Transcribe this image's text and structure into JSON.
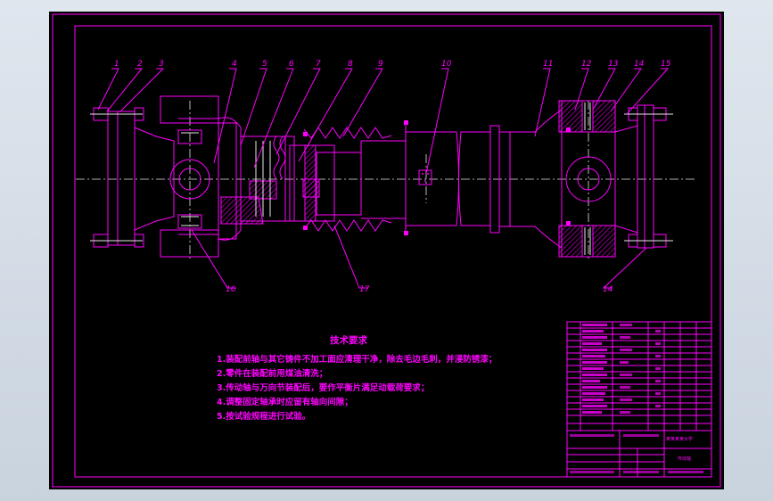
{
  "viewport": {
    "background": "#000000",
    "line_color": "#ff00ff",
    "detail_color": "#e8e8e8"
  },
  "balloons": [
    "1",
    "2",
    "3",
    "4",
    "5",
    "6",
    "7",
    "8",
    "9",
    "10",
    "11",
    "12",
    "13",
    "14",
    "15",
    "16",
    "17",
    "14"
  ],
  "tech_requirements": {
    "title": "技术要求",
    "items": [
      "1.装配前轴与其它铸件不加工面应清理干净，除去毛边毛刺，并浸防锈漆；",
      "2.零件在装配前用煤油清洗；",
      "3.传动轴与万向节装配后，要作平衡片满足动载荷要求；",
      "4.调整固定轴承时应留有轴向间隙；",
      "5.按试验规程进行试验。"
    ]
  },
  "title_block": {
    "university": "某某某某大学",
    "drawing_name": "传动轴"
  }
}
